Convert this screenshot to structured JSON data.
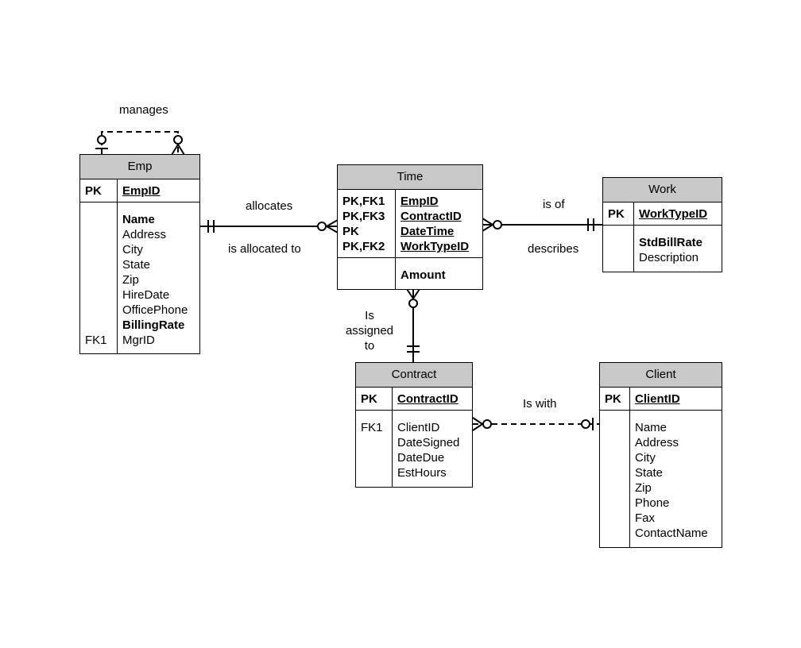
{
  "entities": {
    "emp": {
      "title": "Emp",
      "pk_keys": [
        "PK"
      ],
      "pk_attrs": [
        "EmpID"
      ],
      "body_keys": [
        "",
        "",
        "",
        "",
        "",
        "",
        "",
        "",
        "FK1"
      ],
      "body_attrs": [
        {
          "text": "Name",
          "bold": true
        },
        {
          "text": "Address",
          "bold": false
        },
        {
          "text": "City",
          "bold": false
        },
        {
          "text": "State",
          "bold": false
        },
        {
          "text": "Zip",
          "bold": false
        },
        {
          "text": "HireDate",
          "bold": false
        },
        {
          "text": "OfficePhone",
          "bold": false
        },
        {
          "text": "BillingRate",
          "bold": true
        },
        {
          "text": "MgrID",
          "bold": false
        }
      ]
    },
    "time": {
      "title": "Time",
      "pk_keys": [
        "PK,FK1",
        "PK,FK3",
        "PK",
        "PK,FK2"
      ],
      "pk_attrs": [
        "EmpID",
        "ContractID",
        "DateTime",
        "WorkTypeID"
      ],
      "body_keys": [
        ""
      ],
      "body_attrs": [
        {
          "text": "Amount",
          "bold": true
        }
      ]
    },
    "work": {
      "title": "Work",
      "pk_keys": [
        "PK"
      ],
      "pk_attrs": [
        "WorkTypeID"
      ],
      "body_keys": [
        "",
        ""
      ],
      "body_attrs": [
        {
          "text": "StdBillRate",
          "bold": true
        },
        {
          "text": "Description",
          "bold": false
        }
      ]
    },
    "contract": {
      "title": "Contract",
      "pk_keys": [
        "PK"
      ],
      "pk_attrs": [
        "ContractID"
      ],
      "body_keys": [
        "FK1",
        "",
        "",
        ""
      ],
      "body_attrs": [
        {
          "text": "ClientID",
          "bold": false
        },
        {
          "text": "DateSigned",
          "bold": false
        },
        {
          "text": "DateDue",
          "bold": false
        },
        {
          "text": "EstHours",
          "bold": false
        }
      ]
    },
    "client": {
      "title": "Client",
      "pk_keys": [
        "PK"
      ],
      "pk_attrs": [
        "ClientID"
      ],
      "body_keys": [
        "",
        "",
        "",
        "",
        "",
        "",
        "",
        ""
      ],
      "body_attrs": [
        {
          "text": "Name",
          "bold": false
        },
        {
          "text": "Address",
          "bold": false
        },
        {
          "text": "City",
          "bold": false
        },
        {
          "text": "State",
          "bold": false
        },
        {
          "text": "Zip",
          "bold": false
        },
        {
          "text": "Phone",
          "bold": false
        },
        {
          "text": "Fax",
          "bold": false
        },
        {
          "text": "ContactName",
          "bold": false
        }
      ]
    }
  },
  "relationships": {
    "manages": "manages",
    "allocates": "allocates",
    "is_allocated_to": "is allocated to",
    "is_of": "is of",
    "describes": "describes",
    "is_assigned_to_1": "Is",
    "is_assigned_to_2": "assigned",
    "is_assigned_to_3": "to",
    "is_with": "Is with"
  }
}
